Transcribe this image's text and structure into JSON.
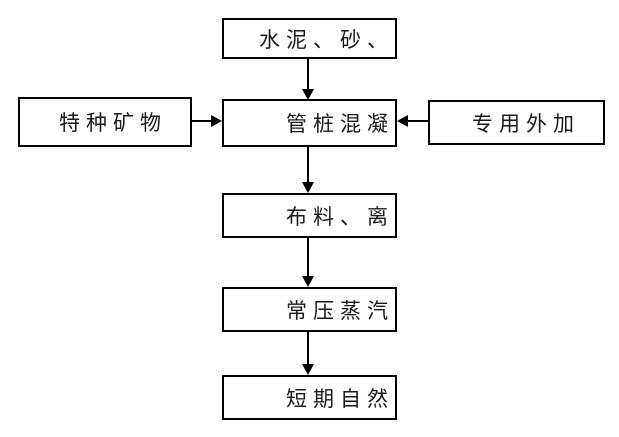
{
  "diagram": {
    "type": "flowchart",
    "background_color": "#ffffff",
    "line_color": "#000000",
    "text_color": "#1a1a1a",
    "nodes": {
      "raw_materials": {
        "label": "水泥、砂、"
      },
      "special_minerals": {
        "label": "特种矿物"
      },
      "pipe_pile_concrete": {
        "label": "管桩混凝"
      },
      "special_admixture": {
        "label": "专用外加"
      },
      "fabric_centrifuge": {
        "label": "布料、离"
      },
      "steam_curing": {
        "label": "常压蒸汽"
      },
      "natural_curing": {
        "label": "短期自然"
      }
    },
    "edges": [
      {
        "from": "raw_materials",
        "to": "pipe_pile_concrete",
        "direction": "down"
      },
      {
        "from": "special_minerals",
        "to": "pipe_pile_concrete",
        "direction": "right"
      },
      {
        "from": "special_admixture",
        "to": "pipe_pile_concrete",
        "direction": "left"
      },
      {
        "from": "pipe_pile_concrete",
        "to": "fabric_centrifuge",
        "direction": "down"
      },
      {
        "from": "fabric_centrifuge",
        "to": "steam_curing",
        "direction": "down"
      },
      {
        "from": "steam_curing",
        "to": "natural_curing",
        "direction": "down"
      }
    ]
  }
}
